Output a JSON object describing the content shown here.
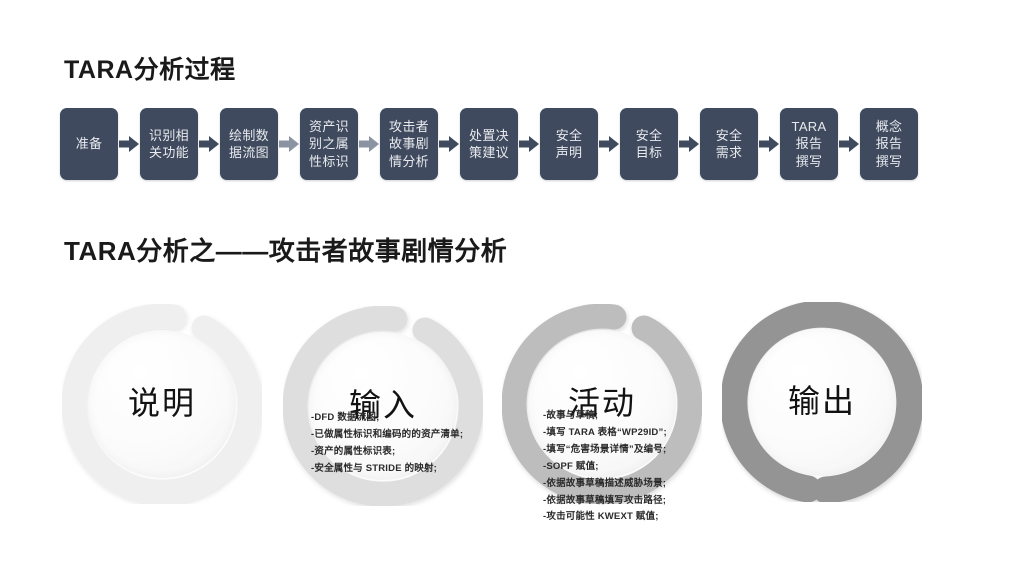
{
  "slide": {
    "background_color": "#ffffff",
    "accent_color": "#3f4a5e"
  },
  "section_process": {
    "title": "TARA分析过程",
    "box_fill": "#3f4a5e",
    "box_text_color": "#e8eaee",
    "steps": [
      {
        "lines": [
          "准备"
        ]
      },
      {
        "lines": [
          "识别相",
          "关功能"
        ]
      },
      {
        "lines": [
          "绘制数",
          "据流图"
        ]
      },
      {
        "lines": [
          "资产识",
          "别之属",
          "性标识"
        ]
      },
      {
        "lines": [
          "攻击者",
          "故事剧",
          "情分析"
        ]
      },
      {
        "lines": [
          "处置决",
          "策建议"
        ]
      },
      {
        "lines": [
          "安全",
          "声明"
        ]
      },
      {
        "lines": [
          "安全",
          "目标"
        ]
      },
      {
        "lines": [
          "安全",
          "需求"
        ]
      },
      {
        "lines": [
          "TARA",
          "报告",
          "撰写"
        ]
      },
      {
        "lines": [
          "概念",
          "报告",
          "撰写"
        ]
      }
    ]
  },
  "section_story": {
    "title": "TARA分析之——攻击者故事剧情分析",
    "rings": [
      {
        "label": "说明",
        "ring_color": "#efefef",
        "items": []
      },
      {
        "label": "输入",
        "ring_color": "#dedede",
        "items": [
          "-DFD 数据流图;",
          "-已做属性标识和编码的的资产清单;",
          "-资产的属性标识表;",
          "-安全属性与 STRIDE 的映射;"
        ]
      },
      {
        "label": "活动",
        "ring_color": "#bdbdbd",
        "items": [
          "-故事与草稿;",
          "-填写 TARA 表格“WP29ID”;",
          "-填写“危害场景详情”及编号;",
          "-SOPF 赋值;",
          "-依据故事草稿描述威胁场景;",
          "-依据故事草稿填写攻击路径;",
          "-攻击可能性 KWEXT 赋值;"
        ]
      },
      {
        "label": "输出",
        "ring_color": "#949494",
        "items": []
      }
    ]
  }
}
